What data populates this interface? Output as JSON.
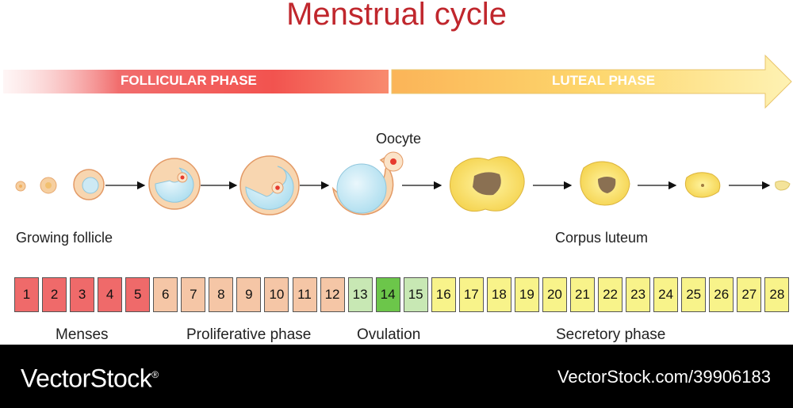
{
  "title": "Menstrual cycle",
  "phases": {
    "follicular": "FOLLICULAR PHASE",
    "luteal": "LUTEAL PHASE"
  },
  "labels": {
    "oocyte": "Oocyte",
    "growing_follicle": "Growing follicle",
    "corpus_luteum": "Corpus luteum"
  },
  "days": [
    {
      "label": "1",
      "color": "#ef6a6a"
    },
    {
      "label": "2",
      "color": "#ef6a6a"
    },
    {
      "label": "3",
      "color": "#ef6a6a"
    },
    {
      "label": "4",
      "color": "#ef6a6a"
    },
    {
      "label": "5",
      "color": "#ef6a6a"
    },
    {
      "label": "6",
      "color": "#f5c6a6"
    },
    {
      "label": "7",
      "color": "#f5c6a6"
    },
    {
      "label": "8",
      "color": "#f5c6a6"
    },
    {
      "label": "9",
      "color": "#f5c6a6"
    },
    {
      "label": "10",
      "color": "#f5c6a6"
    },
    {
      "label": "11",
      "color": "#f5c6a6"
    },
    {
      "label": "12",
      "color": "#f5c6a6"
    },
    {
      "label": "13",
      "color": "#c8e8b4"
    },
    {
      "label": "14",
      "color": "#6cc64a"
    },
    {
      "label": "15",
      "color": "#c8e8b4"
    },
    {
      "label": "16",
      "color": "#f8f38a"
    },
    {
      "label": "17",
      "color": "#f8f38a"
    },
    {
      "label": "18",
      "color": "#f8f38a"
    },
    {
      "label": "19",
      "color": "#f8f38a"
    },
    {
      "label": "20",
      "color": "#f8f38a"
    },
    {
      "label": "21",
      "color": "#f8f38a"
    },
    {
      "label": "22",
      "color": "#f8f38a"
    },
    {
      "label": "23",
      "color": "#f8f38a"
    },
    {
      "label": "24",
      "color": "#f8f38a"
    },
    {
      "label": "25",
      "color": "#f8f38a"
    },
    {
      "label": "26",
      "color": "#f8f38a"
    },
    {
      "label": "27",
      "color": "#f8f38a"
    },
    {
      "label": "28",
      "color": "#f8f38a"
    }
  ],
  "bottom_labels": {
    "menses": "Menses",
    "proliferative": "Proliferative phase",
    "ovulation": "Ovulation",
    "secretory": "Secretory phase"
  },
  "footer": {
    "brand": "VectorStock",
    "brand_mark": "®",
    "image_id": "VectorStock.com/39906183"
  }
}
